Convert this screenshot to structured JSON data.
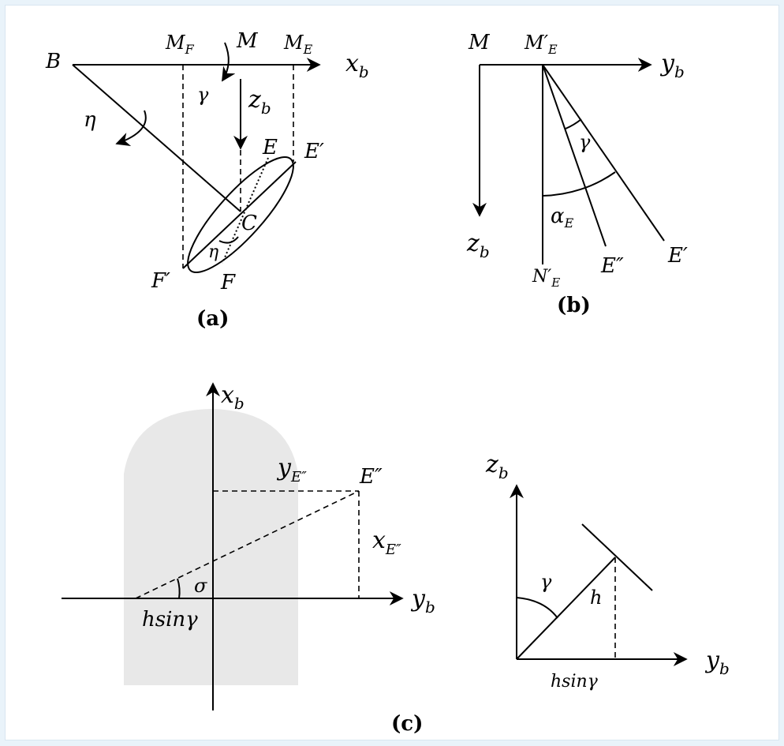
{
  "colors": {
    "background": "#e9f3fa",
    "panel": "#ffffff",
    "shade": "#e8e8e8",
    "ink": "#000000"
  },
  "panel_a": {
    "caption": "(a)",
    "B": "B",
    "M": "M",
    "MF": "M",
    "MF_sub": "F",
    "ME": "M",
    "ME_sub": "E",
    "xb": "x",
    "xb_sub": "b",
    "zb": "z",
    "zb_sub": "b",
    "gamma": "γ",
    "eta": "η",
    "eta_inner": "η",
    "E": "E",
    "Eprime": "E′",
    "C": "C",
    "Fprime": "F′",
    "F": "F"
  },
  "panel_b": {
    "caption": "(b)",
    "M": "M",
    "ME": "M′",
    "ME_sub": "E",
    "yb": "y",
    "yb_sub": "b",
    "zb": "z",
    "zb_sub": "b",
    "gamma": "γ",
    "alpha": "α",
    "alpha_sub": "E",
    "NE": "N′",
    "NE_sub": "E",
    "Edouble": "E″",
    "Eprime": "E′"
  },
  "panel_c": {
    "caption": "(c)",
    "xb": "x",
    "xb_sub": "b",
    "yb": "y",
    "yb_sub": "b",
    "yE": "y",
    "yE_sub": "E″",
    "xE": "x",
    "xE_sub": "E″",
    "Edouble": "E″",
    "sigma": "σ",
    "hsin": "hsinγ"
  },
  "panel_d": {
    "zb": "z",
    "zb_sub": "b",
    "yb": "y",
    "yb_sub": "b",
    "gamma": "γ",
    "h": "h",
    "hsin": "hsinγ"
  }
}
